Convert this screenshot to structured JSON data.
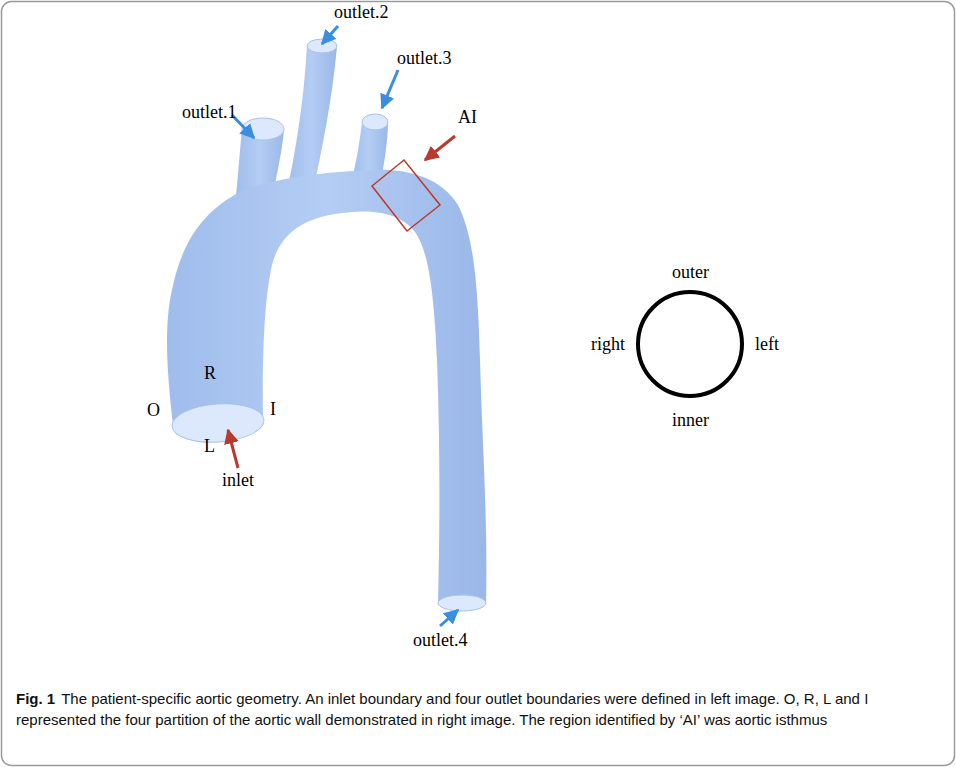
{
  "diagram": {
    "caption": "The patient-specific aortic geometry. An inlet boundary and four outlet boundaries were defined in left image. O, R, L and I represented the four partition of the aortic wall demonstrated in right image. The region identified by ‘AI’ was aortic isthmus",
    "labels": [
      "outlet.1",
      "outlet.2",
      "outlet.3",
      "AI",
      "R",
      "O",
      "I",
      "L",
      "inlet",
      "outlet.4",
      "outer",
      "right",
      "left",
      "inner",
      "Fig. 1"
    ]
  }
}
